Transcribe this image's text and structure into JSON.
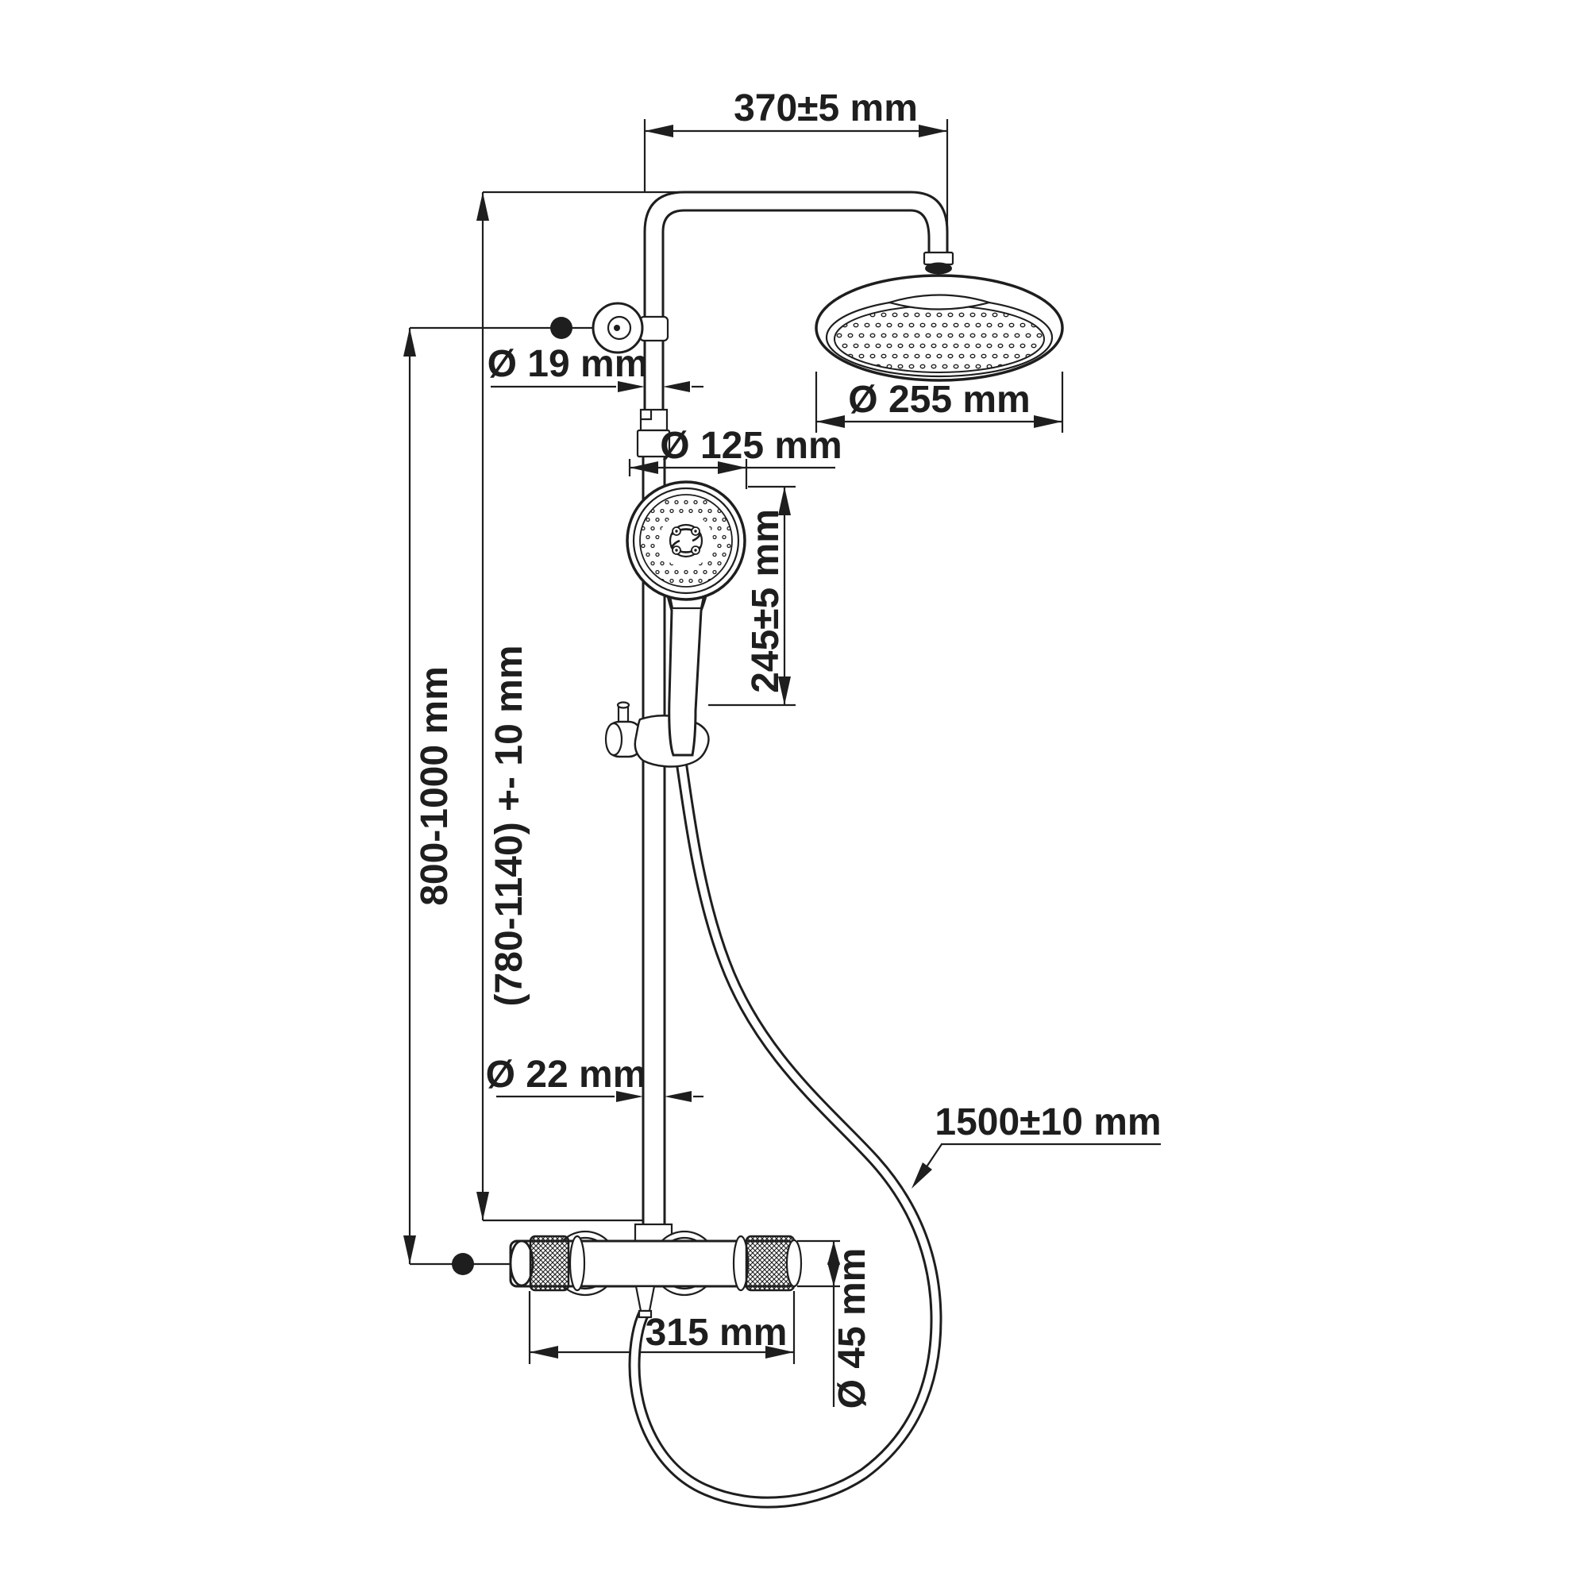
{
  "drawing": {
    "type": "technical-installation-diagram",
    "subject": "shower-column-with-overhead-and-hand-shower",
    "colors": {
      "line": "#1e1e1e",
      "background": "#ffffff"
    }
  },
  "dimensions": {
    "arm_width": "370±5 mm",
    "pipe_upper_diameter": "Ø 19 mm",
    "head_diameter": "Ø 255 mm",
    "hand_shower_diameter": "Ø 125 mm",
    "hand_shower_height": "245±5 mm",
    "wall_mount_distance": "800-1000 mm",
    "riser_height_range": "(780-1140) +- 10 mm",
    "pipe_lower_diameter": "Ø 22 mm",
    "hose_length": "1500±10 mm",
    "mixer_width": "315 mm",
    "mixer_body_diameter": "Ø 45 mm"
  }
}
